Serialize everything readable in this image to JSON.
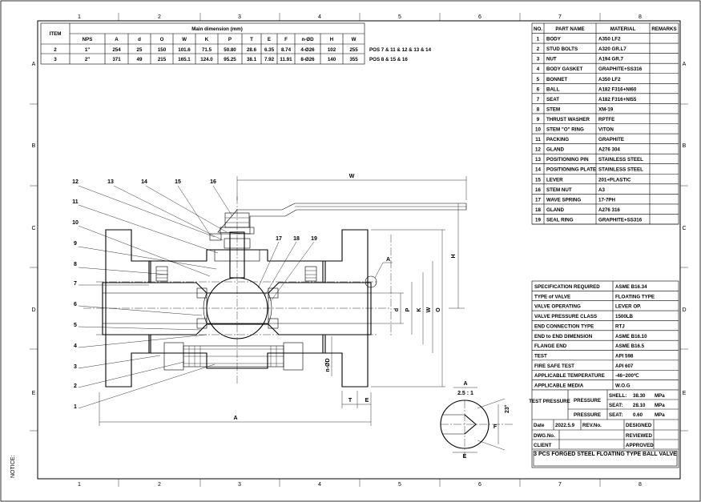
{
  "sheet": {
    "columns": [
      "1",
      "2",
      "3",
      "4",
      "5",
      "6",
      "7",
      "8"
    ],
    "rows": [
      "A",
      "B",
      "C",
      "D",
      "E"
    ],
    "notice": "NOTICE:"
  },
  "dimension_table": {
    "group_header": "Main dimension (mm)",
    "item_header": "ITEM",
    "headers": [
      "NPS",
      "A",
      "d",
      "O",
      "W",
      "K",
      "P",
      "T",
      "E",
      "F",
      "n-ØD",
      "H",
      "W"
    ],
    "rows": [
      {
        "item": "2",
        "cells": [
          "1\"",
          "254",
          "25",
          "150",
          "101.6",
          "71.5",
          "50.80",
          "28.6",
          "6.35",
          "8.74",
          "4-Ø26",
          "102",
          "255"
        ],
        "note": "POS 7 & 11 & 12 & 13 & 14"
      },
      {
        "item": "3",
        "cells": [
          "2\"",
          "371",
          "49",
          "215",
          "165.1",
          "124.0",
          "95.25",
          "38.1",
          "7.92",
          "11.91",
          "8-Ø26",
          "140",
          "355"
        ],
        "note": "POS 8 & 15 & 16"
      }
    ]
  },
  "parts_table": {
    "headers": [
      "NO.",
      "PART NAME",
      "MATERIAL",
      "REMARKS"
    ],
    "rows": [
      [
        "1",
        "BODY",
        "A350 LF2",
        ""
      ],
      [
        "2",
        "STUD BOLTS",
        "A320 GR.L7",
        ""
      ],
      [
        "3",
        "NUT",
        "A194 GR.7",
        ""
      ],
      [
        "4",
        "BODY GASKET",
        "GRAPHITE+SS316",
        ""
      ],
      [
        "5",
        "BONNET",
        "A350 LF2",
        ""
      ],
      [
        "6",
        "BALL",
        "A182 F316+NI60",
        ""
      ],
      [
        "7",
        "SEAT",
        "A182 F316+NI55",
        ""
      ],
      [
        "8",
        "STEM",
        "XM-19",
        ""
      ],
      [
        "9",
        "THRUST WASHER",
        "RPTFE",
        ""
      ],
      [
        "10",
        "STEM \"O\" RING",
        "VITON",
        ""
      ],
      [
        "11",
        "PACKING",
        "GRAPHITE",
        ""
      ],
      [
        "12",
        "GLAND",
        "A276 304",
        ""
      ],
      [
        "13",
        "POSITIONING PIN",
        "STAINLESS STEEL",
        ""
      ],
      [
        "14",
        "POSITIONING PLATE",
        "STAINLESS STEEL",
        ""
      ],
      [
        "15",
        "LEVER",
        "201+PLASTIC",
        ""
      ],
      [
        "16",
        "STEM NUT",
        "A3",
        ""
      ],
      [
        "17",
        "WAVE SPRING",
        "17-7PH",
        ""
      ],
      [
        "18",
        "GLAND",
        "A276 316",
        ""
      ],
      [
        "19",
        "SEAL RING",
        "GRAPHITE+SS316",
        ""
      ]
    ]
  },
  "spec_table": [
    [
      "SPECIFICATION REQUIRED",
      "ASME B16.34"
    ],
    [
      "TYPE of VALVE",
      "FLOATING TYPE"
    ],
    [
      "VALVE OPERATING",
      "LEVER OP."
    ],
    [
      "VALVE PRESSURE CLASS",
      "1500LB"
    ],
    [
      "END CONNECTION TYPE",
      "RTJ"
    ],
    [
      "END to END DIMENSION",
      "ASME B16.10"
    ],
    [
      "FLANGE END",
      "ASME B16.5"
    ],
    [
      "TEST",
      "API 598"
    ],
    [
      "FIRE SAFE TEST",
      "API 607"
    ],
    [
      "APPLICABLE TEMPERATURE",
      "-46~200℃"
    ],
    [
      "APPLICABLE MEDIA",
      "W.O.G"
    ]
  ],
  "test_pressure": {
    "label": "TEST PRESSURE",
    "pressure": "PRESSURE",
    "shell_label": "SHELL:",
    "shell_value": "38.30",
    "seat1_label": "SEAT:",
    "seat1_value": "28.10",
    "seat2_label": "SEAT:",
    "seat2_value": "0.60",
    "unit": "MPa"
  },
  "approval": {
    "date_label": "Date",
    "date_value": "2022.5.9",
    "rev_label": "REV.No.",
    "designed": "DESIGNED",
    "dwg_label": "DWG.No.",
    "reviewed": "REVIEWED",
    "client_label": "CLIENT",
    "approved": "APPROVED"
  },
  "title": "3 PCS FORGED STEEL FLOATING TYPE BALL VALVE",
  "drawing": {
    "callouts_left": [
      "12",
      "13",
      "14",
      "15",
      "16",
      "11",
      "10",
      "9",
      "8",
      "7",
      "6",
      "5",
      "4",
      "3",
      "2",
      "1"
    ],
    "callouts_right": [
      "17",
      "18",
      "19"
    ],
    "dims": {
      "W": "W",
      "H": "H",
      "A": "A",
      "T": "T",
      "E": "E",
      "d": "d",
      "P": "P",
      "K": "K",
      "W2": "W",
      "O": "O",
      "nD": "n-ØD",
      "Aref": "A"
    },
    "detail": {
      "title": "A",
      "scale": "2.5 : 1",
      "angle": "23°",
      "F": "F",
      "E": "E"
    }
  }
}
